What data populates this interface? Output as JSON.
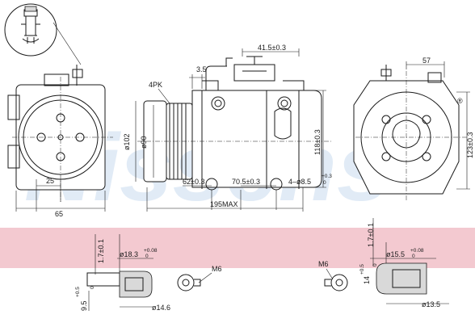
{
  "watermark": {
    "text": "Nissens",
    "registered_mark": "®",
    "color": "#c9dcef"
  },
  "band_color": "#f3c9d0",
  "labels": {
    "belt": "4PK",
    "width_left": "65",
    "width_left_inner": "25",
    "offset_3_5": "3.5",
    "conn_width": "41.5±0.3",
    "rear_width": "57",
    "dia_102": "ø102",
    "dia_90": "ø90",
    "height_118": "118±0.3",
    "height_123": "123±0.3",
    "span_62": "62±0.3",
    "span_70_5": "70.5±0.3",
    "mount_holes": "4–ø8.5",
    "mount_tol_plus": "+0.3",
    "mount_tol_zero": "0",
    "overall": "195MAX",
    "port_left_depth": "1.7±0.1",
    "port_left_bore": "ø18.3",
    "port_left_tol_plus": "+0.08",
    "port_left_tol_zero": "0",
    "port_left_thread": "M6",
    "port_left_len": "9.5",
    "port_left_len_tol_plus": "+0.5",
    "port_left_len_tol_zero": "0",
    "port_left_inner": "ø14.6",
    "port_right_depth": "1.7±0.1",
    "port_right_bore": "ø15.5",
    "port_right_tol_plus": "+0.08",
    "port_right_tol_zero": "0",
    "port_right_thread": "M6",
    "port_right_len": "14",
    "port_right_len_tol_plus": "+0.5",
    "port_right_len_tol_zero": "0",
    "port_right_inner": "ø13.5"
  }
}
